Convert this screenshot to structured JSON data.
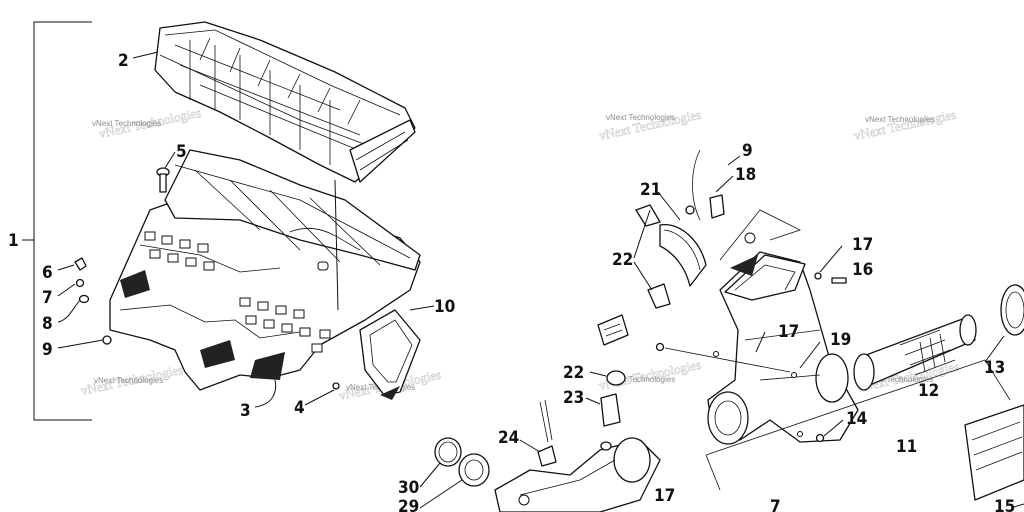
{
  "watermark": {
    "text": "vNext Technologies"
  },
  "callouts": [
    {
      "id": "c1",
      "label": "1"
    },
    {
      "id": "c2",
      "label": "2"
    },
    {
      "id": "c3",
      "label": "3"
    },
    {
      "id": "c4",
      "label": "4"
    },
    {
      "id": "c5",
      "label": "5"
    },
    {
      "id": "c6",
      "label": "6"
    },
    {
      "id": "c7",
      "label": "7"
    },
    {
      "id": "c8",
      "label": "8"
    },
    {
      "id": "c9",
      "label": "9"
    },
    {
      "id": "c10",
      "label": "10"
    },
    {
      "id": "c9b",
      "label": "9"
    },
    {
      "id": "c18",
      "label": "18"
    },
    {
      "id": "c21",
      "label": "21"
    },
    {
      "id": "c22a",
      "label": "22"
    },
    {
      "id": "c17a",
      "label": "17"
    },
    {
      "id": "c16",
      "label": "16"
    },
    {
      "id": "c17b",
      "label": "17"
    },
    {
      "id": "c19",
      "label": "19"
    },
    {
      "id": "c22b",
      "label": "22"
    },
    {
      "id": "c23",
      "label": "23"
    },
    {
      "id": "c13",
      "label": "13"
    },
    {
      "id": "c12",
      "label": "12"
    },
    {
      "id": "c14",
      "label": "14"
    },
    {
      "id": "c11",
      "label": "11"
    },
    {
      "id": "c24",
      "label": "24"
    },
    {
      "id": "c30",
      "label": "30"
    },
    {
      "id": "c29",
      "label": "29"
    },
    {
      "id": "c17c",
      "label": "17"
    },
    {
      "id": "c7b",
      "label": "7"
    },
    {
      "id": "c15",
      "label": "15"
    }
  ]
}
